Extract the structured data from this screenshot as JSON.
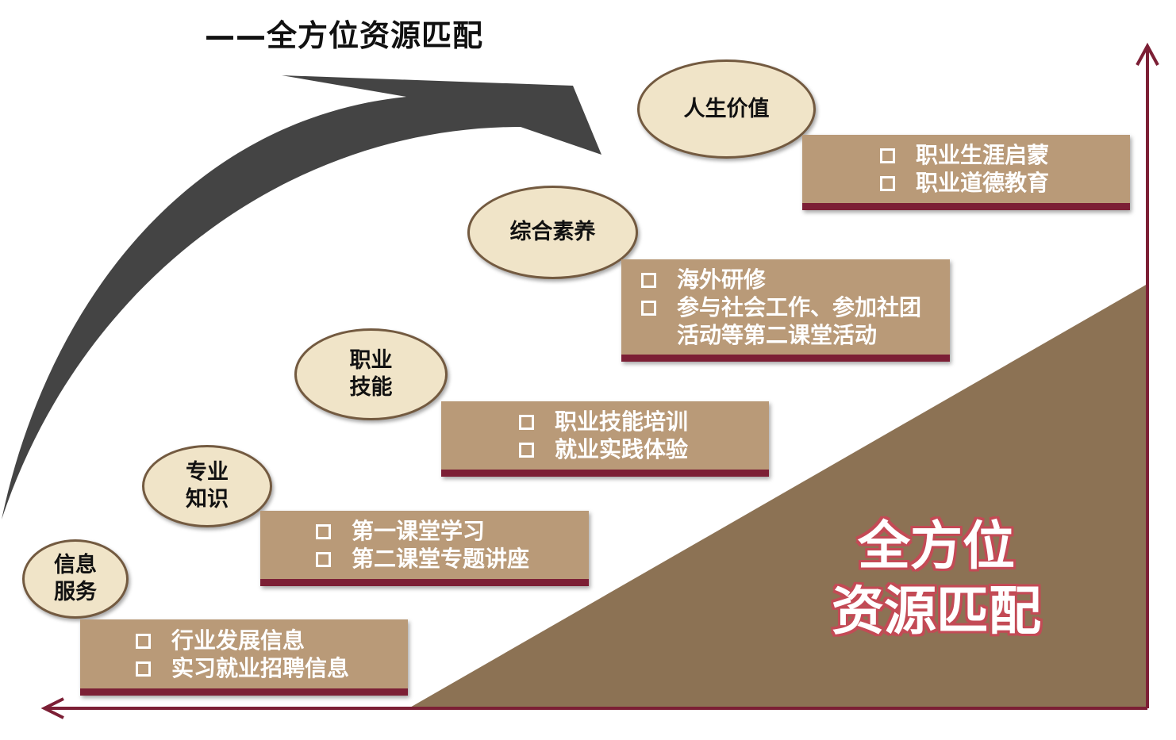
{
  "title": "——全方位资源匹配",
  "big_label": "全方位\n资源匹配",
  "colors": {
    "oval_fill": "#f0e4c8",
    "oval_border": "#735a40",
    "box_fill": "#b99a78",
    "box_bar": "#7c1f35",
    "triangle": "#8c7254",
    "axis": "#7c1f35",
    "arrow": "#444444"
  },
  "stages": [
    {
      "label": "信息\n服务",
      "items": [
        "行业发展信息",
        "实习就业招聘信息"
      ]
    },
    {
      "label": "专业\n知识",
      "items": [
        "第一课堂学习",
        "第二课堂专题讲座"
      ]
    },
    {
      "label": "职业\n技能",
      "items": [
        "职业技能培训",
        "就业实践体验"
      ]
    },
    {
      "label": "综合素养",
      "items": [
        "海外研修",
        "参与社会工作、参加社团\n活动等第二课堂活动"
      ]
    },
    {
      "label": "人生价值",
      "items": [
        "职业生涯启蒙",
        "职业道德教育"
      ]
    }
  ]
}
